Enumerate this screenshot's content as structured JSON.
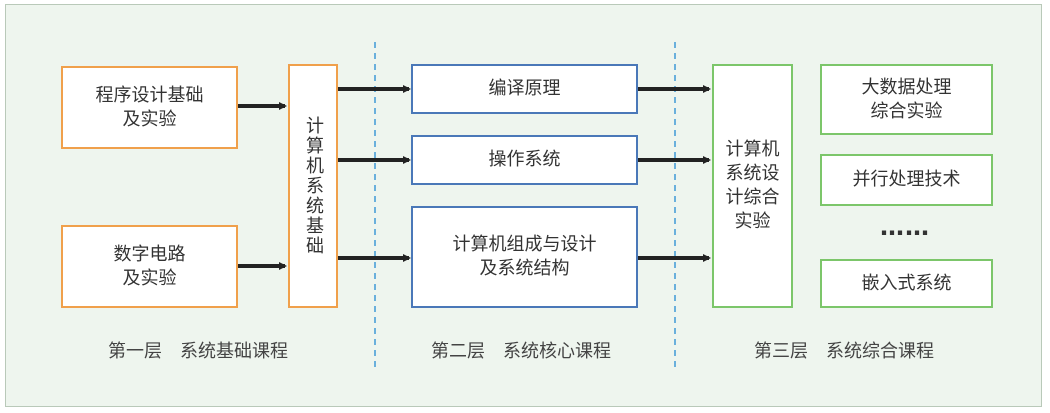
{
  "layer1": {
    "course_a": "程序设计基础\n及实验",
    "course_b": "数字电路\n及实验",
    "foundation": "计算机系统基础",
    "label": "第一层　系统基础课程"
  },
  "layer2": {
    "compiler": "编译原理",
    "os": "操作系统",
    "organization": "计算机组成与设计\n及系统结构",
    "label": "第二层　系统核心课程"
  },
  "layer3": {
    "comprehensive": "计算机\n系统设\n计综合\n实验",
    "bigdata": "大数据处理\n综合实验",
    "parallel": "并行处理技术",
    "ellipsis": "……",
    "embedded": "嵌入式系统",
    "label": "第三层　系统综合课程"
  },
  "colors": {
    "layer1_border": "#f0a04b",
    "layer2_border": "#4a78b8",
    "layer3_border": "#7cc66a",
    "divider": "#3e9ad6",
    "arrow": "#222222"
  }
}
